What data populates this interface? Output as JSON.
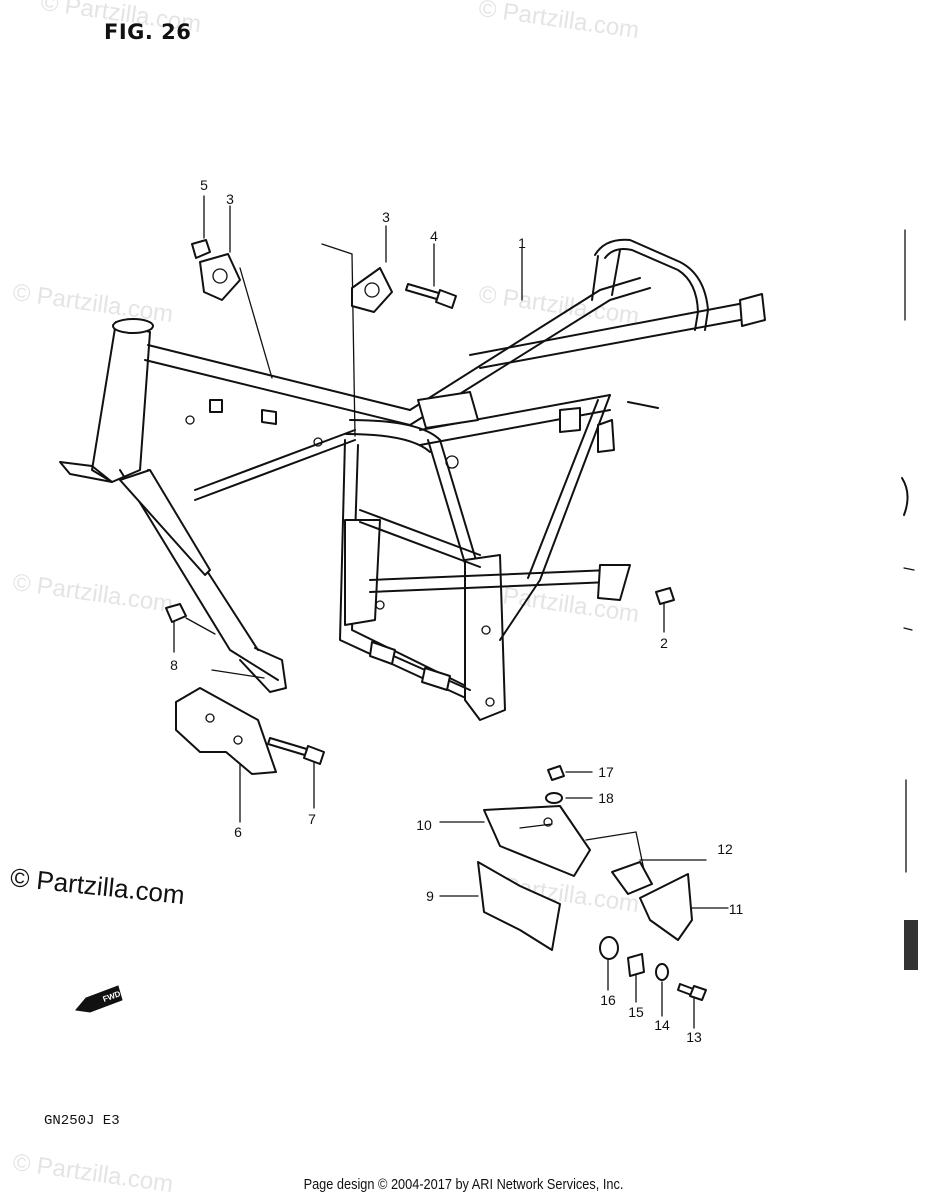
{
  "figure": {
    "title": "FIG. 26"
  },
  "model_code": "GN250J  E3",
  "copyright_mark": "© Partzilla.com",
  "watermark_text": "© Partzilla.com",
  "footer": "Page design © 2004-2017 by ARI Network Services, Inc.",
  "fwd_label": "FWD",
  "callouts": {
    "c1": "1",
    "c2": "2",
    "c3a": "3",
    "c3b": "3",
    "c4": "4",
    "c5": "5",
    "c6": "6",
    "c7": "7",
    "c8": "8",
    "c9": "9",
    "c10": "10",
    "c11": "11",
    "c12": "12",
    "c13": "13",
    "c14": "14",
    "c15": "15",
    "c16": "16",
    "c17": "17",
    "c18": "18"
  }
}
